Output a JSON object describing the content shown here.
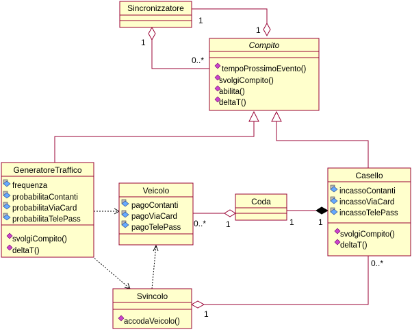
{
  "diagram": {
    "classes": {
      "sincronizzatore": {
        "name": "Sincronizzatore",
        "attributes": [],
        "operations": []
      },
      "compito": {
        "name": "Compito",
        "abstract": true,
        "attributes": [],
        "operations": [
          "tempoProssimoEvento()",
          "svolgiCompito()",
          "abilita()",
          "deltaT()"
        ]
      },
      "generatore_traffico": {
        "name": "GeneratoreTraffico",
        "attributes": [
          "frequenza",
          "probabilitaContanti",
          "probabilitaViaCard",
          "probabilitaTelePass"
        ],
        "operations": [
          "svolgiCompito()",
          "deltaT()"
        ]
      },
      "veicolo": {
        "name": "Veicolo",
        "attributes": [
          "pagoContanti",
          "pagoViaCard",
          "pagoTelePass"
        ],
        "operations": []
      },
      "coda": {
        "name": "Coda",
        "attributes": [],
        "operations": []
      },
      "casello": {
        "name": "Casello",
        "attributes": [
          "incassoContanti",
          "incassoViaCard",
          "incassoTelePass"
        ],
        "operations": [
          "svolgiCompito()",
          "deltaT()"
        ]
      },
      "svincolo": {
        "name": "Svincolo",
        "attributes": [],
        "operations": [
          "accodaVeicolo()"
        ]
      }
    },
    "multiplicities": {
      "sinc_compito_near_sinc": "1",
      "sinc_compito_near_compito": "1",
      "sinc_compito2_near_sinc": "1",
      "sinc_compito2_near_compito": "0..*",
      "veicolo_coda_near_veicolo": "0..*",
      "veicolo_coda_near_coda": "1",
      "coda_casello_near_coda": "1",
      "coda_casello_near_casello": "1",
      "casello_svincolo_near_casello": "0..*",
      "casello_svincolo_near_svincolo": "1"
    },
    "colors": {
      "class_fill": "#ffffcc",
      "class_border": "#990033",
      "relation_line": "#990033",
      "dependency_line": "#000000",
      "operation_icon": "#cc44cc",
      "attribute_icon": "#66aaff"
    },
    "icons": {
      "attribute": "protected-attribute-icon",
      "operation": "public-operation-icon"
    }
  }
}
